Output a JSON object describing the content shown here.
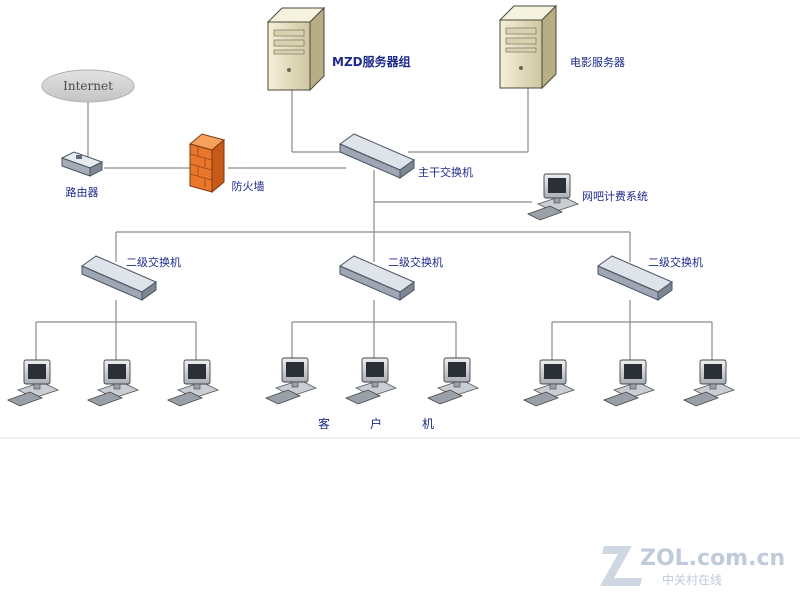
{
  "diagram": {
    "internet_label": "Internet",
    "router_label": "路由器",
    "firewall_label": "防火墙",
    "mzd_server_label": "MZD服务器组",
    "movie_server_label": "电影服务器",
    "core_switch_label": "主干交换机",
    "billing_label": "网吧计费系统",
    "sub_switches": [
      {
        "label": "二级交换机"
      },
      {
        "label": "二级交换机"
      },
      {
        "label": "二级交换机"
      }
    ],
    "clients_label": [
      "客",
      "户",
      "机"
    ],
    "watermark": {
      "main": "ZOL.com.cn",
      "sub": "中关村在线"
    },
    "colors": {
      "line": "#8a8a8a",
      "label": "#1d2b8a",
      "firewall": "#e8762b",
      "server": "#e9e2c2"
    }
  }
}
